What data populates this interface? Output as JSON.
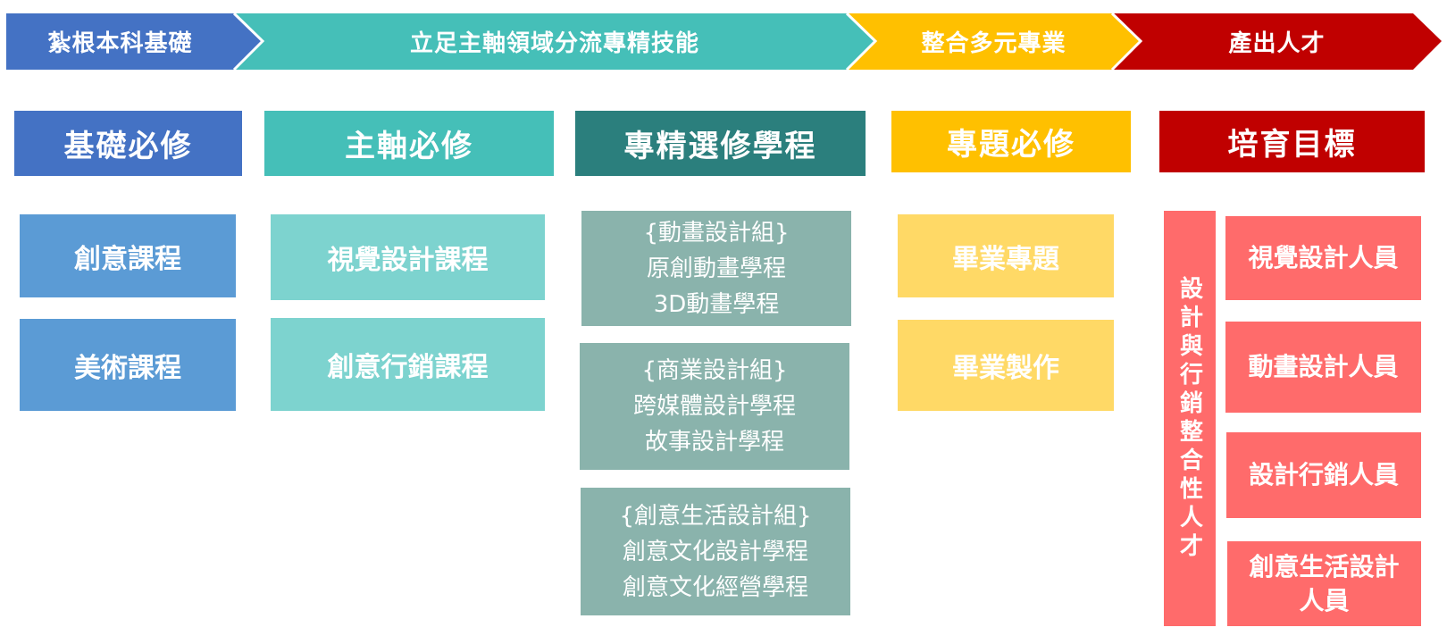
{
  "colors": {
    "blue": "#4472c4",
    "teal": "#45bfb8",
    "dark_teal": "#2b7f7d",
    "yellow": "#ffc000",
    "red": "#c00000",
    "light_blue": "#5b9bd5",
    "light_teal": "#7dd3cf",
    "grey_teal": "#8ab3ac",
    "light_yellow": "#ffd966",
    "light_red": "#ff6b6b"
  },
  "chevrons": [
    {
      "label": "紮根本科基礎"
    },
    {
      "label": "立足主軸領域分流專精技能"
    },
    {
      "label": "整合多元專業"
    },
    {
      "label": "產出人才"
    }
  ],
  "headers": {
    "basic": "基礎必修",
    "core": "主軸必修",
    "program": "專精選修學程",
    "project": "專題必修",
    "goal": "培育目標"
  },
  "basic_courses": [
    "創意課程",
    "美術課程"
  ],
  "core_courses": [
    "視覺設計課程",
    "創意行銷課程"
  ],
  "programs": [
    {
      "group": "{動畫設計組}",
      "items": [
        "原創動畫學程",
        "3D動畫學程"
      ]
    },
    {
      "group": "{商業設計組}",
      "items": [
        "跨媒體設計學程",
        "故事設計學程"
      ]
    },
    {
      "group": "{創意生活設計組}",
      "items": [
        "創意文化設計學程",
        "創意文化經營學程"
      ]
    }
  ],
  "project_courses": [
    "畢業專題",
    "畢業製作"
  ],
  "goal_vertical": "設計與行銷整合性人才",
  "goals": [
    "視覺設計人員",
    "動畫設計人員",
    "設計行銷人員",
    "創意生活設計人員"
  ]
}
